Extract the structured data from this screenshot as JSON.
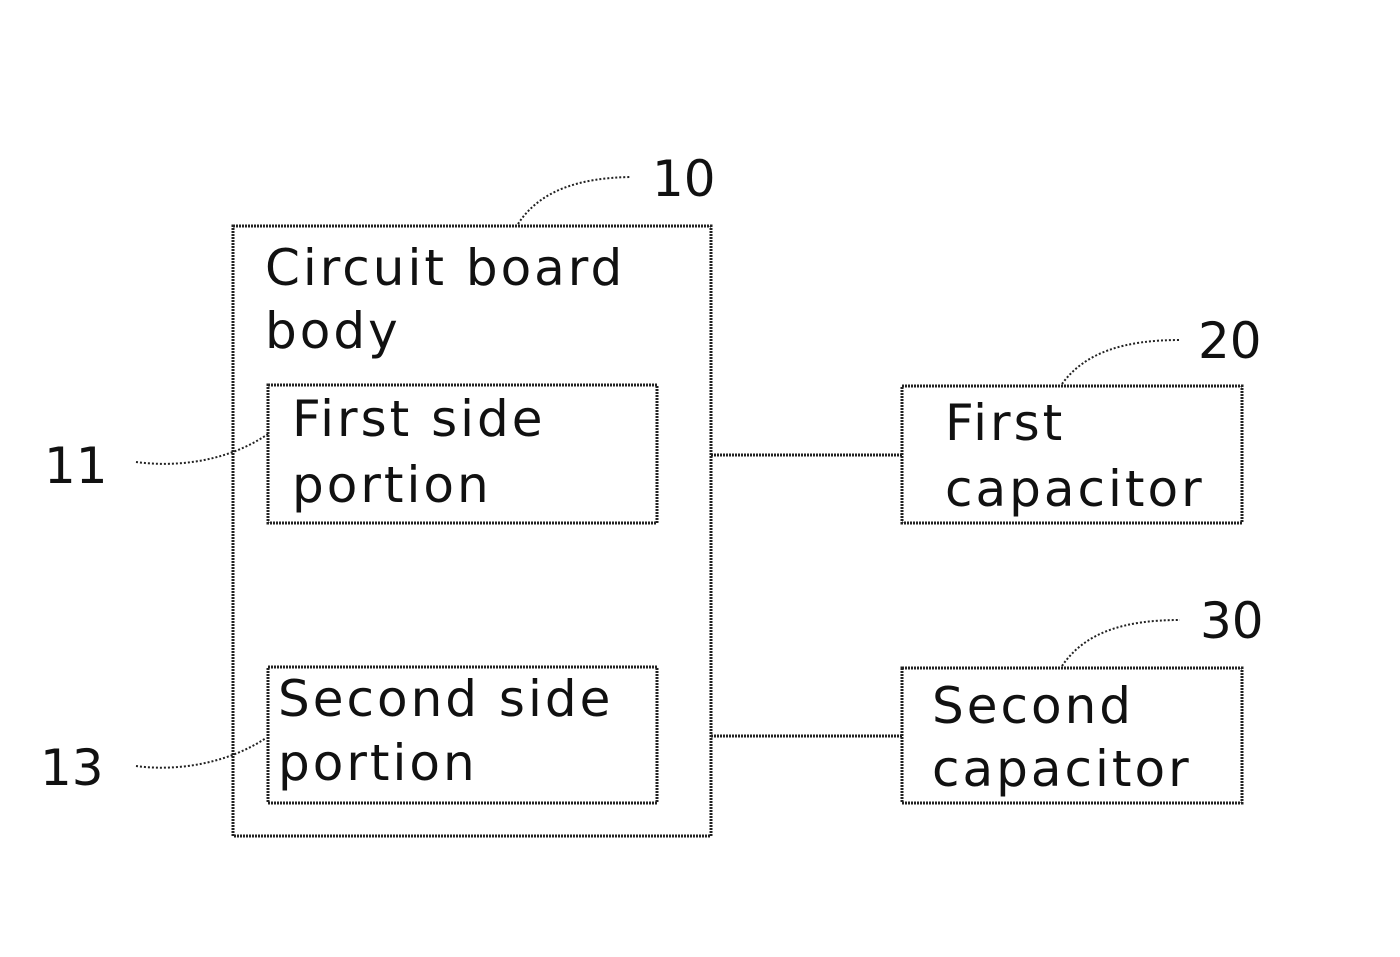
{
  "diagram": {
    "board": {
      "label_line1": "Circuit  board",
      "label_line2": "body",
      "ref": "10"
    },
    "first_side": {
      "label_line1": "First  side",
      "label_line2": "portion",
      "ref": "11"
    },
    "second_side": {
      "label_line1": "Second  side",
      "label_line2": "portion",
      "ref": "13"
    },
    "first_capacitor": {
      "label_line1": "First",
      "label_line2": "capacitor",
      "ref": "20"
    },
    "second_capacitor": {
      "label_line1": "Second",
      "label_line2": "capacitor",
      "ref": "30"
    }
  }
}
